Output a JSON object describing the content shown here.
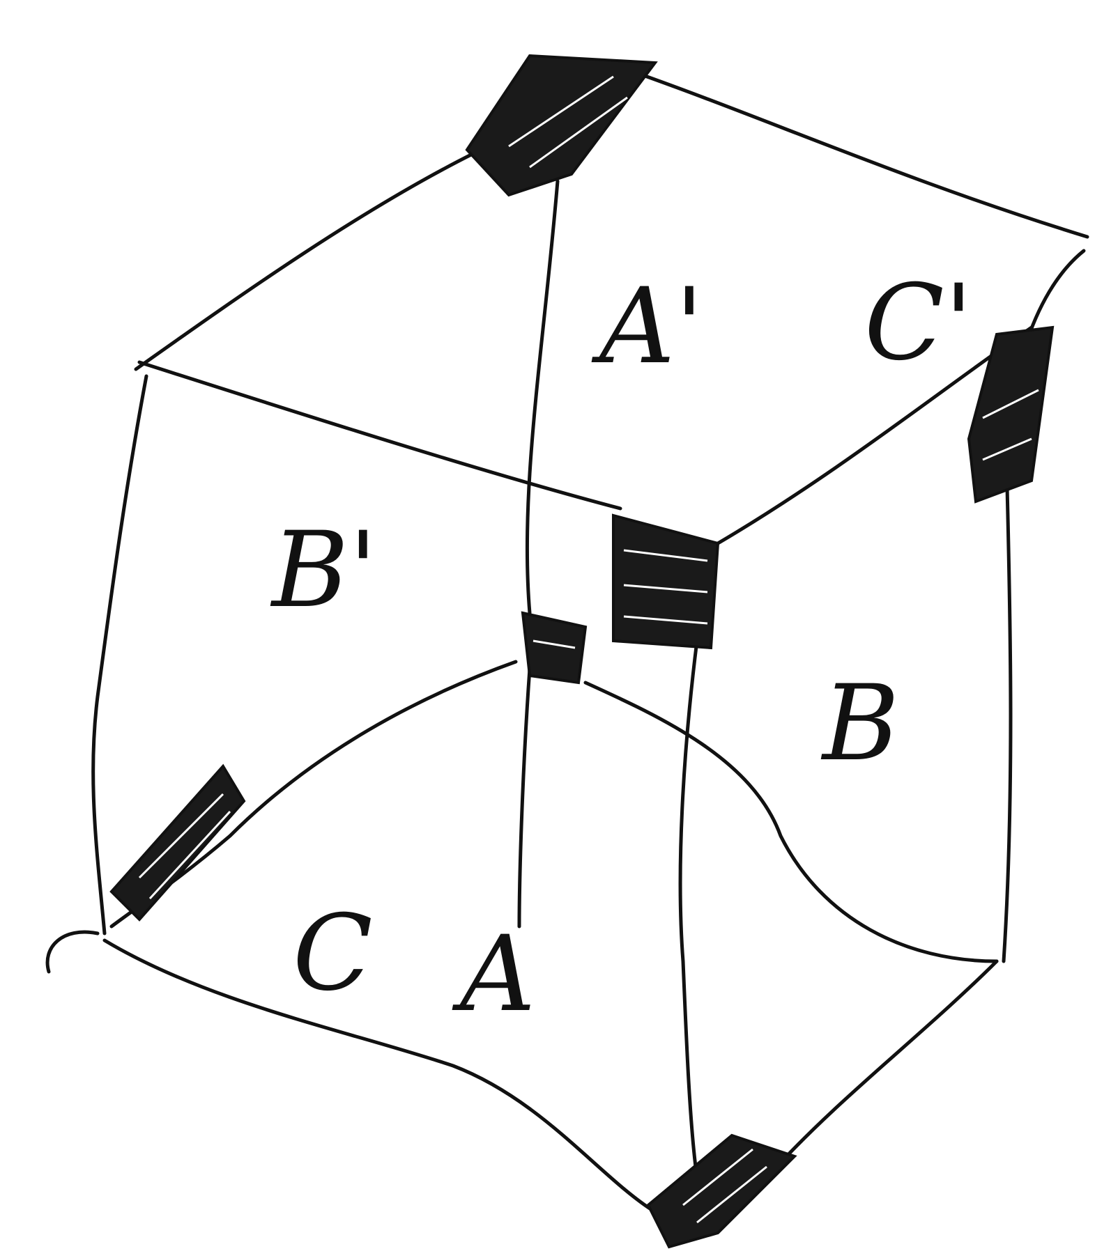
{
  "diagram": {
    "type": "hand-drawn cube with labeled faces and hatched corner markers",
    "colors": {
      "ink": "#111111",
      "background": "#ffffff"
    },
    "labels": {
      "top_left": "B'",
      "top_right": "A'",
      "top_right_far": "C'",
      "bottom_left": "C",
      "bottom_middle": "A",
      "bottom_right": "B"
    }
  }
}
